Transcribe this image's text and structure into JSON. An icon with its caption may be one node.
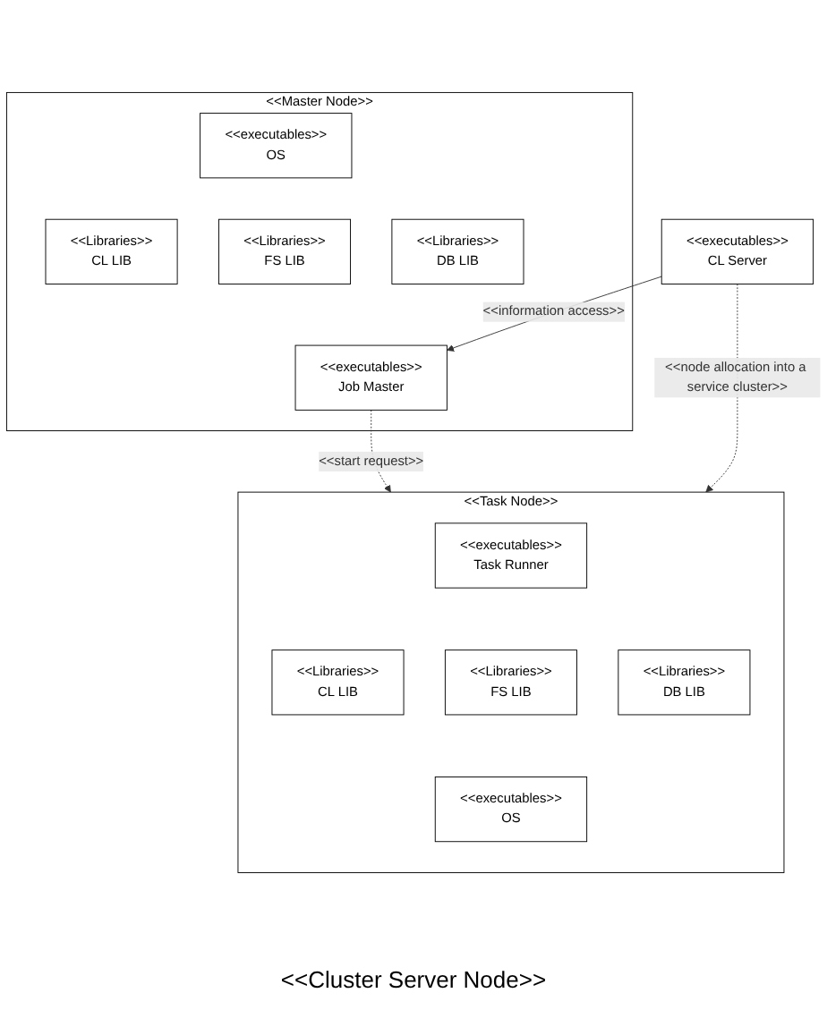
{
  "diagram": {
    "nodes": [
      {
        "text": [
          "<<Master Node>>"
        ]
      },
      {
        "text": [
          "<<executables>>",
          "OS"
        ],
        "in": 0
      },
      {
        "text": [
          "<<Libraries>>",
          "CL LIB"
        ],
        "in": 0
      },
      {
        "text": [
          "<<Libraries>>",
          "FS LIB"
        ],
        "in": 0
      },
      {
        "text": [
          "<<Libraries>>",
          "DB LIB"
        ],
        "in": 0
      },
      {
        "text": [
          "<<executables>>",
          "Job Master"
        ],
        "in": 0
      },
      {
        "text": [
          "<<Task Node>>"
        ]
      },
      {
        "text": [
          "<<executables>>",
          "Task Runner"
        ],
        "in": 6
      },
      {
        "text": [
          "<<Libraries>>",
          "CL LIB"
        ],
        "in": 6
      },
      {
        "text": [
          "<<Libraries>>",
          "FS LIB"
        ],
        "in": 6
      },
      {
        "text": [
          "<<Libraries>>",
          "DB LIB"
        ],
        "in": 6
      },
      {
        "text": [
          "<<executables>>",
          "OS"
        ],
        "in": 6
      },
      {
        "text": [
          "<<executables>>",
          "CL Server"
        ]
      }
    ],
    "edges": [
      {
        "from": 5,
        "to": 6,
        "arrow": "to",
        "style": "dashed",
        "label": "<<start request>>"
      },
      {
        "from": 12,
        "to": 6,
        "arrow": "to",
        "style": "dashed",
        "label": "<<node allocation into a service cluster>>"
      },
      {
        "from": 12,
        "to": 5,
        "arrow": "to",
        "label": "<<information access>>"
      }
    ],
    "labels": [
      "<<Cluster Server Node>>"
    ]
  }
}
